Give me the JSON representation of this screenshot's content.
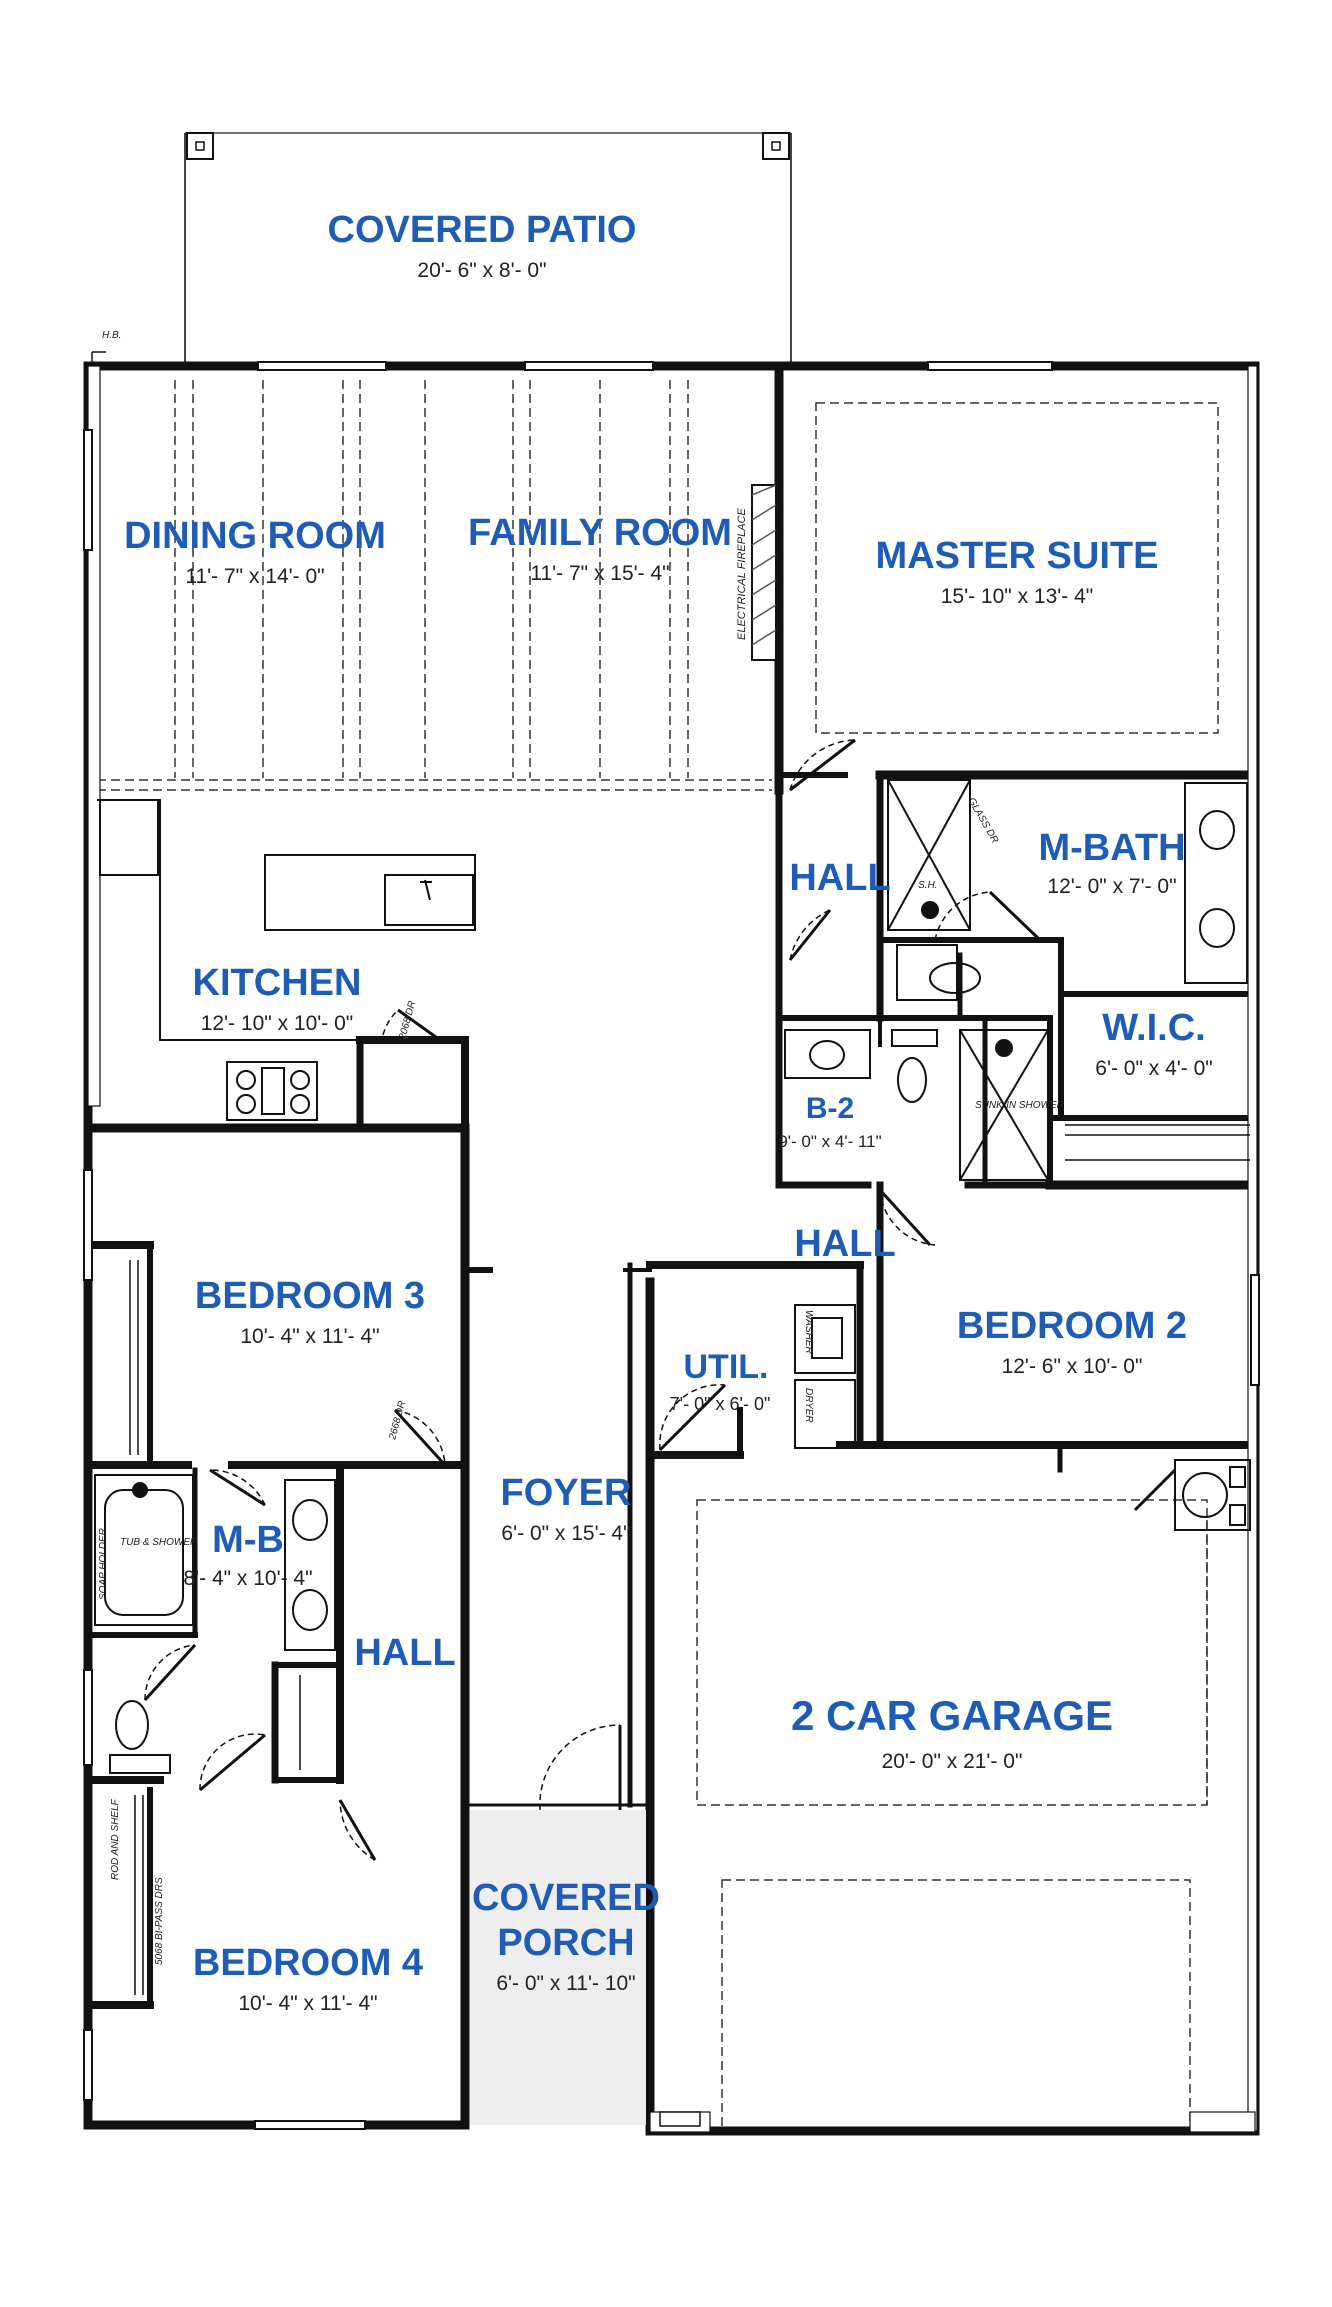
{
  "colors": {
    "label": "#1f5cb5",
    "wall": "#111111",
    "dim_text": "#222222",
    "porch_fill": "#eeeeee"
  },
  "rooms": {
    "covered_patio": {
      "name": "COVERED PATIO",
      "dim": "20'- 6\" x 8'- 0\""
    },
    "dining_room": {
      "name": "DINING ROOM",
      "dim": "11'- 7\" x 14'- 0\""
    },
    "family_room": {
      "name": "FAMILY ROOM",
      "dim": "11'- 7\" x 15'- 4\""
    },
    "master_suite": {
      "name": "MASTER SUITE",
      "dim": "15'- 10\" x 13'- 4\""
    },
    "kitchen": {
      "name": "KITCHEN",
      "dim": "12'- 10\" x 10'- 0\""
    },
    "hall_upper": {
      "name": "HALL"
    },
    "m_bath": {
      "name": "M-BATH",
      "dim": "12'- 0\" x 7'- 0\""
    },
    "wic": {
      "name": "W.I.C.",
      "dim": "6'- 0\" x 4'- 0\""
    },
    "b2": {
      "name": "B-2",
      "dim": "9'- 0\" x 4'- 11\""
    },
    "hall_mid": {
      "name": "HALL"
    },
    "bedroom_3": {
      "name": "BEDROOM 3",
      "dim": "10'- 4\" x 11'- 4\""
    },
    "bedroom_2": {
      "name": "BEDROOM 2",
      "dim": "12'- 6\" x 10'- 0\""
    },
    "util": {
      "name": "UTIL.",
      "dim": "7'- 0\" x 6'- 0\""
    },
    "foyer": {
      "name": "FOYER",
      "dim": "6'- 0\" x 15'- 4\""
    },
    "mb": {
      "name": "M-B",
      "dim": "8'- 4\" x 10'- 4\""
    },
    "hall_lower": {
      "name": "HALL"
    },
    "garage": {
      "name": "2 CAR GARAGE",
      "dim": "20'- 0\" x 21'- 0\""
    },
    "covered_porch": {
      "name_line1": "COVERED",
      "name_line2": "PORCH",
      "dim": "6'- 0\" x 11'- 10\""
    },
    "bedroom_4": {
      "name": "BEDROOM 4",
      "dim": "10'- 4\" x 11'- 4\""
    }
  },
  "notes": {
    "hose_bib": "H.B.",
    "fireplace": "ELECTRICAL FIREPLACE",
    "shower_dr": "GLASS DR",
    "shower_seat": "S.H.",
    "sunken_shower": "SUNK-IN SHOWER",
    "washer": "WASHER",
    "dryer": "DRYER",
    "door_2068": "2068 DR",
    "door_2668": "2668 DR",
    "tub_shower": "TUB & SHOWER",
    "soap_holder": "SOAP HOLDER",
    "rod_shelf": "ROD AND SHELF",
    "bypass_drs": "5068 BI-PASS DRS"
  },
  "icons": [
    "sink-icon",
    "toilet-icon",
    "range-icon",
    "tub-icon",
    "water-heater-icon",
    "washer-icon",
    "dryer-icon",
    "door-swing-icon"
  ]
}
